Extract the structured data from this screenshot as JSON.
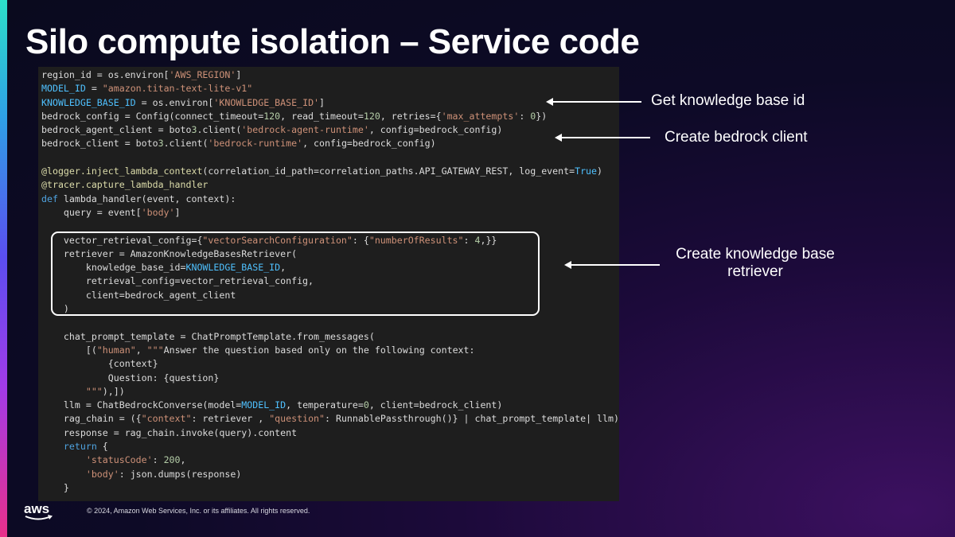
{
  "slide": {
    "title": "Silo compute isolation – Service code",
    "code_lines": [
      "region_id = os.environ['AWS_REGION']",
      "MODEL_ID = \"amazon.titan-text-lite-v1\"",
      "KNOWLEDGE_BASE_ID = os.environ['KNOWLEDGE_BASE_ID']",
      "bedrock_config = Config(connect_timeout=120, read_timeout=120, retries={'max_attempts': 0})",
      "bedrock_agent_client = boto3.client('bedrock-agent-runtime', config=bedrock_config)",
      "bedrock_client = boto3.client('bedrock-runtime', config=bedrock_config)",
      "",
      "@logger.inject_lambda_context(correlation_id_path=correlation_paths.API_GATEWAY_REST, log_event=True)",
      "@tracer.capture_lambda_handler",
      "def lambda_handler(event, context):",
      "    query = event['body']",
      "",
      "    vector_retrieval_config={\"vectorSearchConfiguration\": {\"numberOfResults\": 4,}}",
      "    retriever = AmazonKnowledgeBasesRetriever(",
      "        knowledge_base_id=KNOWLEDGE_BASE_ID,",
      "        retrieval_config=vector_retrieval_config,",
      "        client=bedrock_agent_client",
      "    )",
      "",
      "    chat_prompt_template = ChatPromptTemplate.from_messages(",
      "        [(\"human\", \"\"\"Answer the question based only on the following context:",
      "            {context}",
      "            Question: {question}",
      "        \"\"\"),])",
      "    llm = ChatBedrockConverse(model=MODEL_ID, temperature=0, client=bedrock_client)",
      "    rag_chain = ({\"context\": retriever , \"question\": RunnablePassthrough()} | chat_prompt_template| llm)",
      "    response = rag_chain.invoke(query).content",
      "    return {",
      "        'statusCode': 200,",
      "        'body': json.dumps(response)",
      "    }"
    ],
    "annotations": {
      "knowledge_base_id": "Get knowledge base id",
      "bedrock_client": "Create bedrock client",
      "retriever_line1": "Create knowledge base",
      "retriever_line2": "retriever"
    },
    "footer": {
      "logo_text": "aws",
      "copyright": "© 2024, Amazon Web Services, Inc. or its affiliates. All rights reserved."
    }
  },
  "colors": {
    "code_background": "#1e1e1e",
    "keyword": "#4fa3e0",
    "string": "#ce9178",
    "decorator": "#dcdcaa",
    "number": "#b5cea8"
  }
}
